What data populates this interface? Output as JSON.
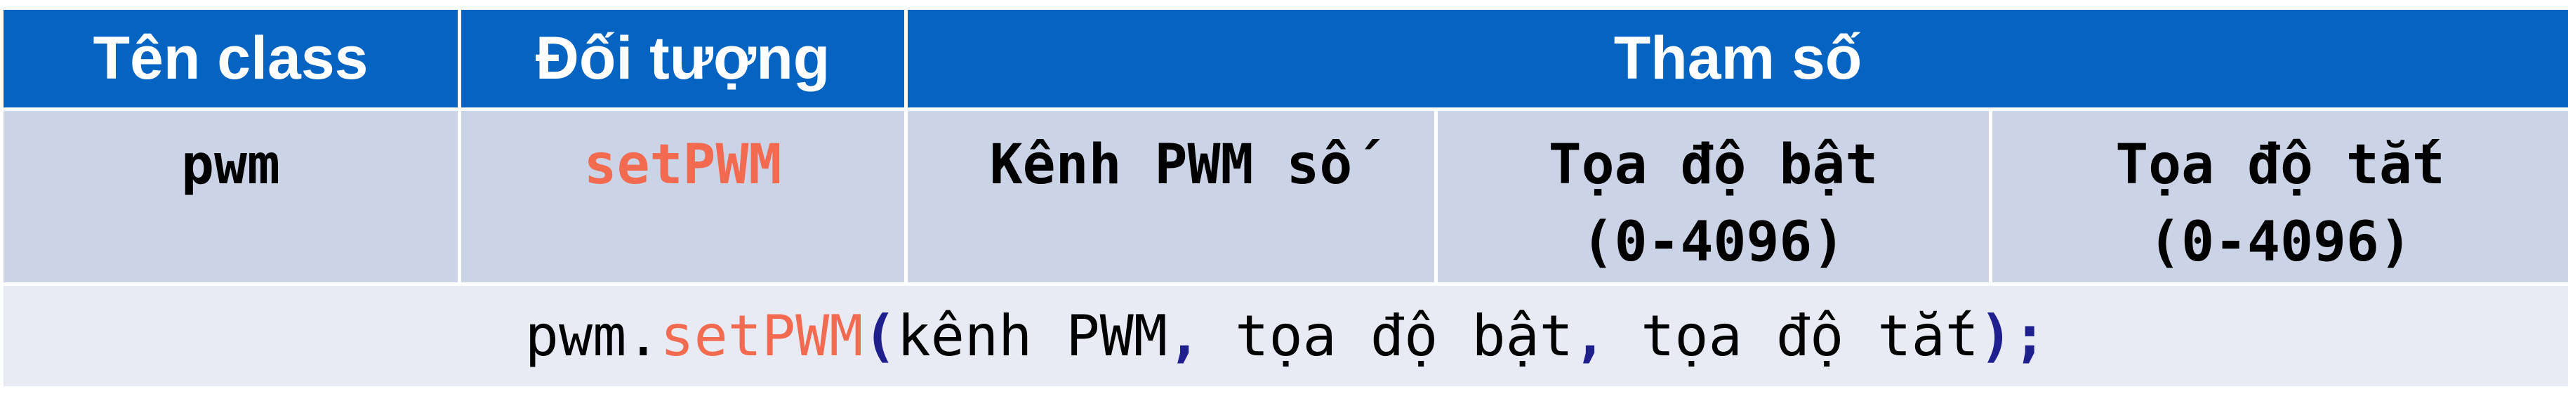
{
  "header": {
    "class_name": "Tên class",
    "object": "Đối tượng",
    "params": "Tham số"
  },
  "row": {
    "class_value": "pwm",
    "method_value": "setPWM",
    "param1": "Kênh PWM số",
    "param2_line1": "Tọa độ bật",
    "param2_line2": "(0-4096)",
    "param3_line1": "Tọa độ tắt",
    "param3_line2": "(0-4096)"
  },
  "example": {
    "object": "pwm",
    "dot": ".",
    "method": "setPWM",
    "open_paren": "(",
    "arg1": "kênh PWM",
    "comma1": ",",
    "arg2": " tọa độ bật",
    "comma2": ",",
    "arg3": " tọa độ tắt",
    "close": ");"
  },
  "colors": {
    "header_bg": "#0563c1",
    "params_bg": "#cbd4e6",
    "example_bg": "#e8ebf4",
    "method_color": "#f26a4f",
    "punct_color": "#1f1f8e"
  }
}
